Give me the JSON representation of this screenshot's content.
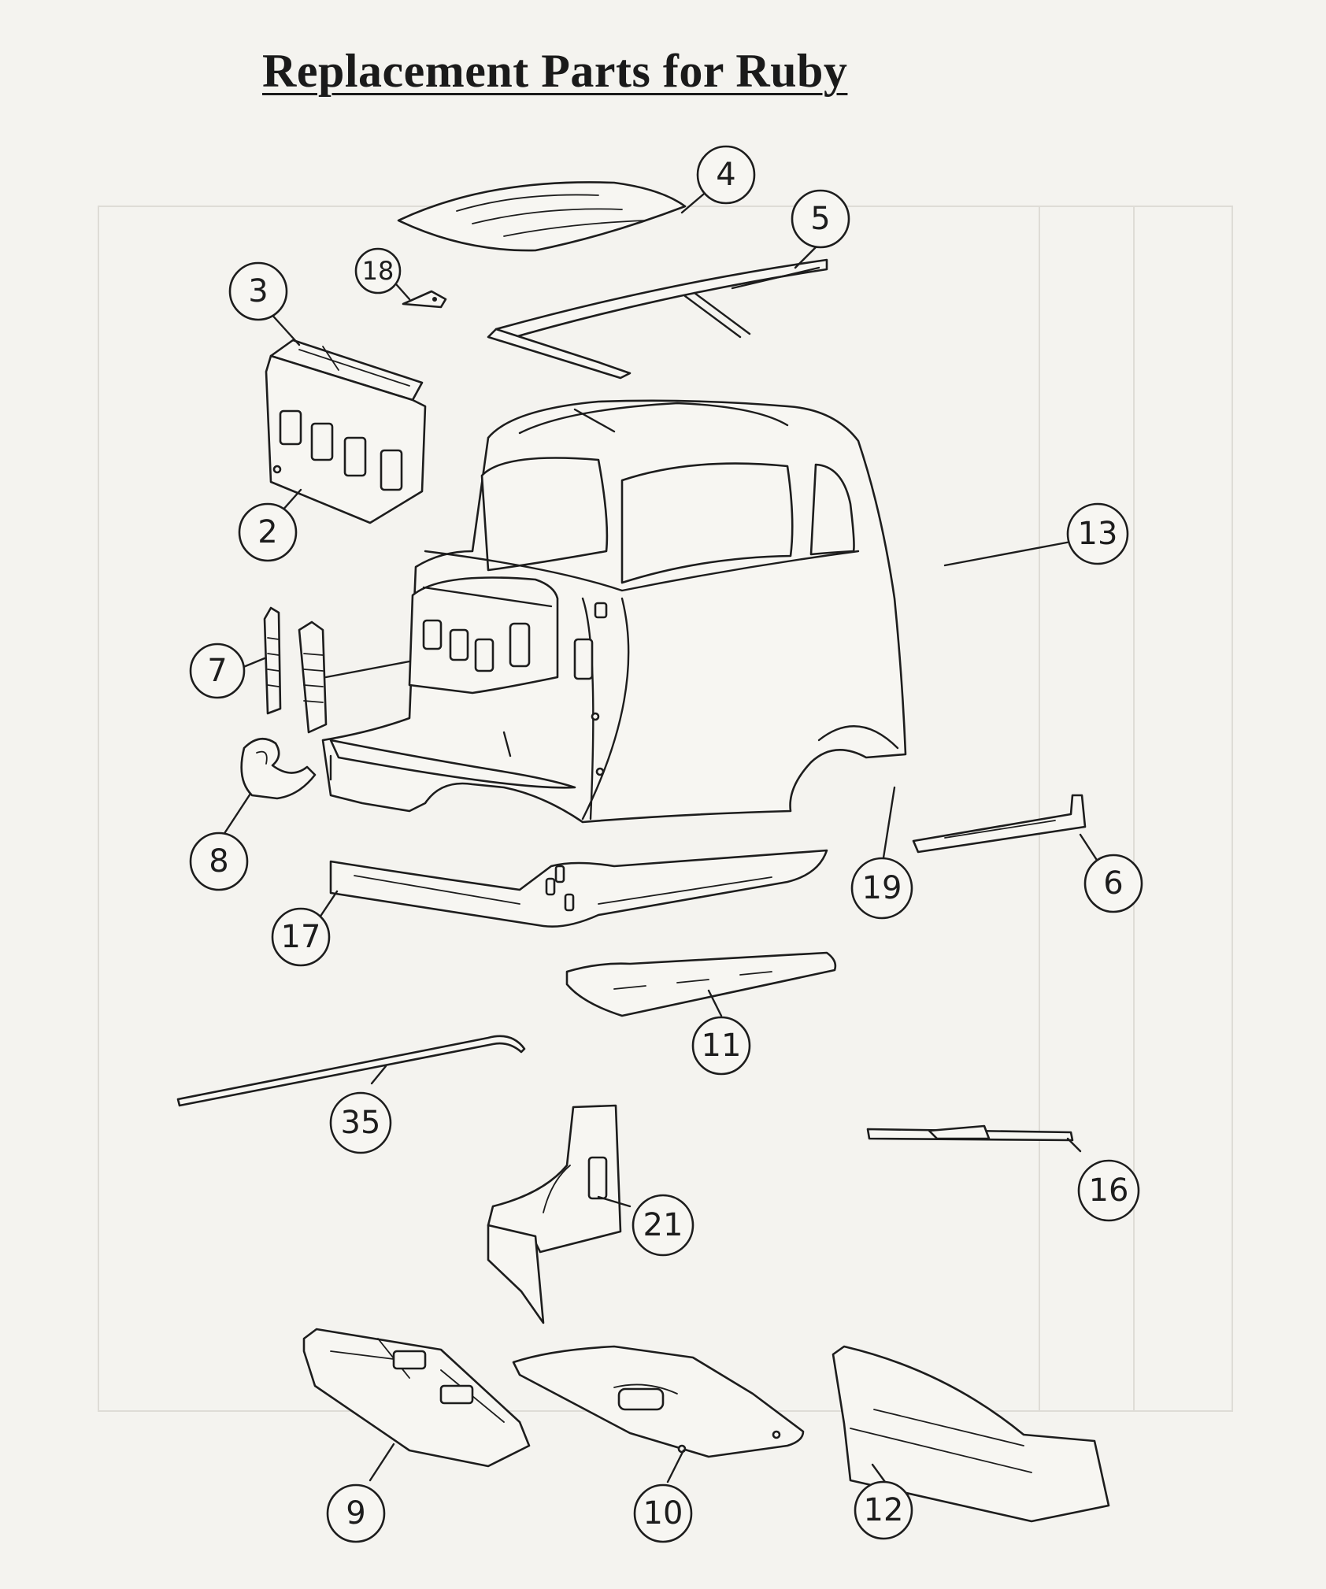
{
  "title": "Replacement Parts for Ruby",
  "callouts": [
    {
      "label": "4"
    },
    {
      "label": "5"
    },
    {
      "label": "18"
    },
    {
      "label": "3"
    },
    {
      "label": "2"
    },
    {
      "label": "13"
    },
    {
      "label": "7"
    },
    {
      "label": "8"
    },
    {
      "label": "17"
    },
    {
      "label": "19"
    },
    {
      "label": "6"
    },
    {
      "label": "11"
    },
    {
      "label": "35"
    },
    {
      "label": "16"
    },
    {
      "label": "21"
    },
    {
      "label": "9"
    },
    {
      "label": "10"
    },
    {
      "label": "12"
    }
  ]
}
